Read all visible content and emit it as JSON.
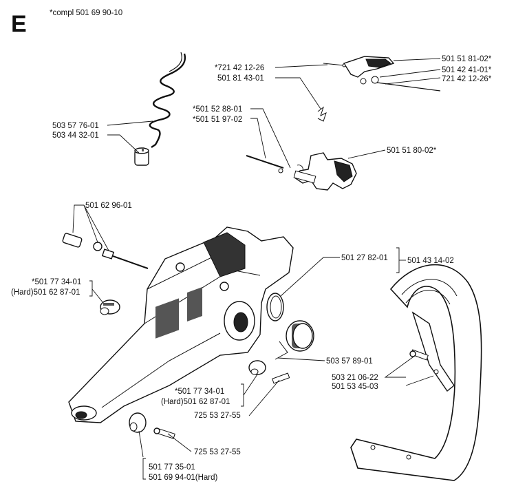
{
  "section_letter": "E",
  "compl_note": "*compl 501 69 90-10",
  "labels": {
    "l501518102": "501 51 81-02*",
    "l501424101": "501 42 41-01*",
    "l721421226r": "721 42 12-26*",
    "l721421226l": "*721 42 12-26",
    "l501814301": "501 81 43-01",
    "l501528801": "*501 52 88-01",
    "l501519702": "*501 51 97-02",
    "l503577601": "503 57 76-01",
    "l503443201": "503 44 32-01",
    "l501518002": "501 51 80-02*",
    "l501629601": "501 62 96-01",
    "l501278201": "501 27 82-01",
    "l501431402": "501 43 14-02",
    "l501773401a": "*501 77 34-01",
    "l501628701a": "(Hard)501 62 87-01",
    "l503578901": "503 57 89-01",
    "l503210622": "503 21 06-22",
    "l501534503": "501 53 45-03",
    "l501773401b": "*501 77 34-01",
    "l501628701b": "(Hard)501 62 87-01",
    "l725532755a": "725 53 27-55",
    "l725532755b": "725 53 27-55",
    "l501773501": "501 77 35-01",
    "l501699401": "501 69 94-01(Hard)"
  }
}
